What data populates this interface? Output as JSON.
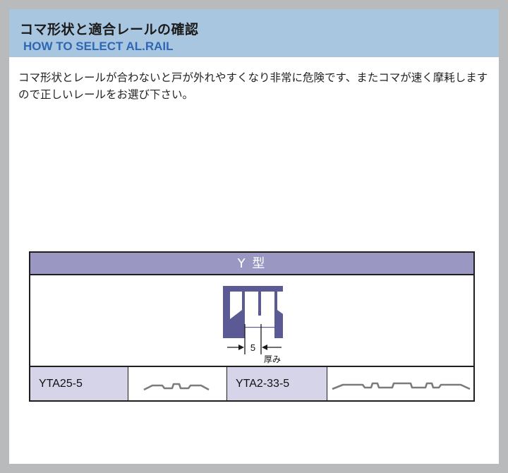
{
  "header": {
    "title_jp": "コマ形状と適合レールの確認",
    "title_en": "HOW TO SELECT AL.RAIL"
  },
  "description": "コマ形状とレールが合わないと戸が外れやすくなり非常に危険です、またコマが速く摩耗しますので正しいレールをお選び下さい。",
  "table": {
    "type_label": "Y 型",
    "diagram": {
      "dimension_value": "5",
      "thickness_label": "厚み"
    },
    "rails": [
      {
        "name": "YTA25-5",
        "profile_icon": "rail-profile-short"
      },
      {
        "name": "YTA2-33-5",
        "profile_icon": "rail-profile-long"
      }
    ]
  },
  "colors": {
    "header_bg": "#a9c6e0",
    "title_en": "#2e67b4",
    "type_header_bg": "#9a98c2",
    "label_cell_bg": "#d5d4e8",
    "roller_fill": "#5c5a94"
  }
}
